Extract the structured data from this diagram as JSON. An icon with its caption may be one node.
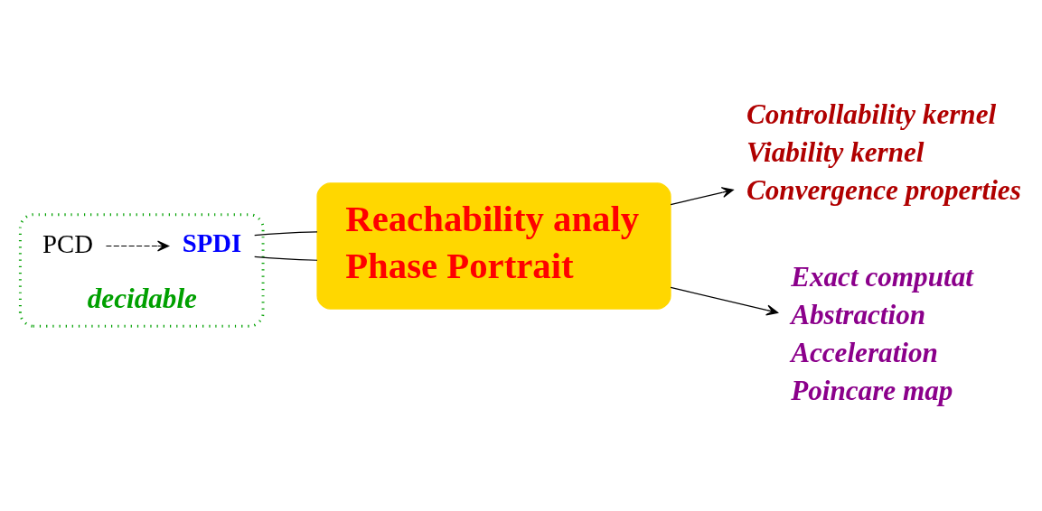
{
  "diagram": {
    "nodes": [
      {
        "text": [
          "decidable"
        ]
      },
      {
        "text": [
          "PCD"
        ],
        "in": 0
      },
      {
        "text": [
          "SPDI"
        ],
        "in": 0
      },
      {
        "text": [
          "Reachability analy",
          "Phase Portrait"
        ]
      },
      {
        "text": [
          "Controllability kernel",
          "Viability kernel",
          "Convergence properties"
        ]
      },
      {
        "text": [
          "Exact computat",
          "Abstraction",
          "Acceleration",
          "Poincare map"
        ]
      }
    ],
    "edges": [
      {
        "from": 1,
        "to": 2,
        "arrow": "to",
        "style": "dashed"
      },
      {
        "from": 2,
        "to": 3,
        "arrow": "none"
      },
      {
        "from": 2,
        "to": 3,
        "arrow": "none"
      },
      {
        "from": 3,
        "to": 4,
        "arrow": "to"
      },
      {
        "from": 3,
        "to": 5,
        "arrow": "to"
      }
    ]
  }
}
